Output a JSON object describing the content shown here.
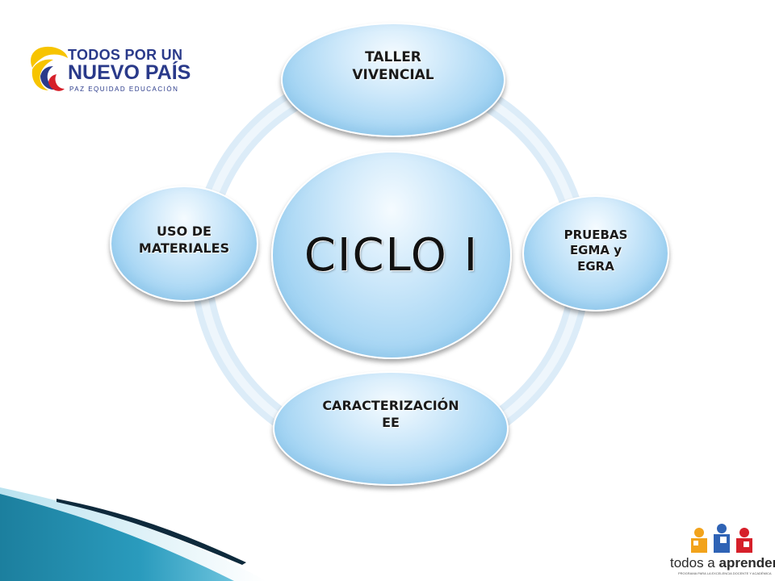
{
  "center": {
    "label": "CICLO I"
  },
  "nodes": {
    "top": "TALLER\nVIVENCIAL",
    "right": "PRUEBAS\nEGMA y\nEGRA",
    "bottom": "CARACTERIZACIÓN\nEE",
    "left": "USO DE\nMATERIALES"
  },
  "logo_left": {
    "line1": "TODOS POR UN",
    "line2": "NUEVO PAÍS",
    "line3": "PAZ  EQUIDAD  EDUCACIÓN",
    "colors": {
      "yellow": "#f7c400",
      "blue": "#2a3a8a",
      "red": "#d6202a"
    }
  },
  "logo_right": {
    "text_regular": "todos a ",
    "text_bold": "aprender",
    "tagline": "PROGRAMA PARA LA EXCELENCIA DOCENTE Y ACADÉMICA",
    "colors": [
      "#f2a31c",
      "#2f63b5",
      "#d6202a"
    ]
  },
  "colors": {
    "ring": "#dcecf8",
    "node_fill": "#a3d4f3",
    "accent_teal": "#1c7f9e",
    "accent_dark": "#0e3b5a"
  }
}
